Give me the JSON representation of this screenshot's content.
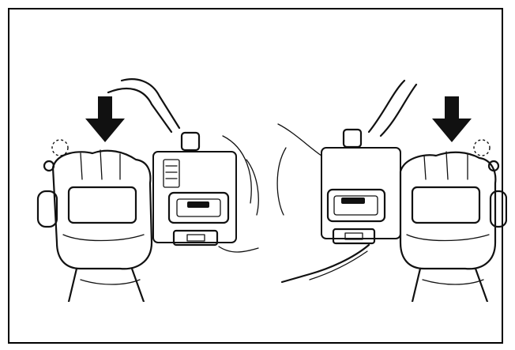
{
  "figure": {
    "panels": [
      {
        "id": "left",
        "subject": "left-hand-glove-on-handlebar-switch",
        "arrow": "down-arrow-icon"
      },
      {
        "id": "right",
        "subject": "right-hand-glove-on-handlebar-switch",
        "arrow": "down-arrow-icon"
      }
    ],
    "colors": {
      "ink": "#111111",
      "background": "#ffffff"
    }
  }
}
